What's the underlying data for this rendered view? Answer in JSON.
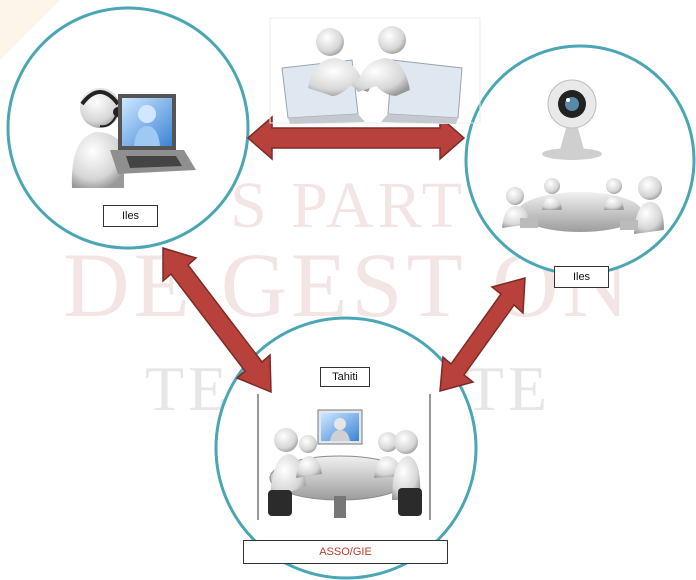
{
  "watermark": {
    "line1": "S PART",
    "line2": "DE GEST ON",
    "line3": "TE PU          E 'ITE"
  },
  "nodes": {
    "left": {
      "label": "Iles",
      "icon": "headset-laptop-icon"
    },
    "right": {
      "label": "Iles",
      "icon": "webcam-meeting-icon"
    },
    "bottom": {
      "top_label": "Tahiti",
      "label": "ASSO/GIE",
      "icon": "conference-table-icon"
    },
    "top": {
      "icon": "handshake-laptops-icon"
    }
  },
  "colors": {
    "circle_stroke": "#4aa6b4",
    "arrow_fill": "#b8423b",
    "arrow_stroke": "#7d2a26",
    "asso_text": "#c0392b"
  }
}
